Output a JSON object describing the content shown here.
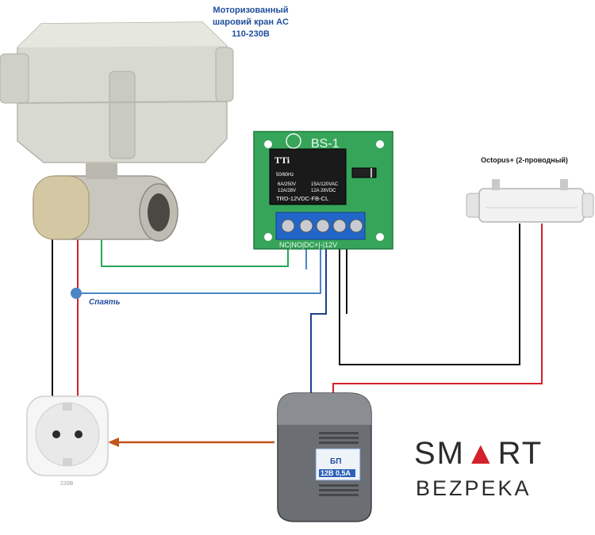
{
  "labels": {
    "valve_title": "Моторизованный шаровий кран AC 110-230В",
    "relay_name": "BS-1",
    "relay_brand": "TTi",
    "relay_model": "TRD-12VDC-FB-CL",
    "relay_freq": "50/60Hz",
    "relay_rating_1": "6A/250V",
    "relay_rating_2": "12A/28V",
    "relay_rating_3": "15A/120VAC",
    "relay_rating_4": "12A 28VDC",
    "relay_terminals": "NC|NO|DC+|-|12V",
    "sensor_title": "Octopus+ (2-проводный)",
    "solder": "Спаять",
    "socket_label": "220В",
    "psu_label_1": "БП",
    "psu_label_2": "12В 0,5А",
    "logo_top_a": "SM",
    "logo_top_b": "RT",
    "logo_bottom": "BEZPEKA"
  },
  "colors": {
    "wire_green": "#26a85a",
    "wire_blue": "#4a86c5",
    "wire_red": "#d3202a",
    "wire_black": "#111111",
    "wire_brown": "#c0561a",
    "board_green": "#36a55a",
    "logo_red": "#d3202a",
    "title_blue": "#1f4f9c"
  },
  "icons": [
    "motorized-valve-icon",
    "relay-board-icon",
    "leak-sensor-icon",
    "power-socket-icon",
    "power-supply-icon",
    "lock-icon"
  ]
}
